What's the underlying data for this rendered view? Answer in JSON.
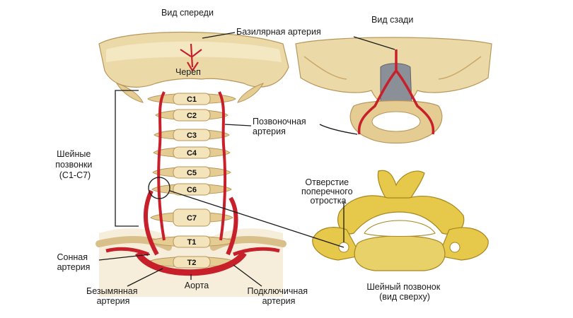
{
  "views": {
    "front": "Вид спереди",
    "back": "Вид сзади"
  },
  "labels": {
    "basilar_artery": "Базилярная артерия",
    "skull": "Череп",
    "vertebral_artery": [
      "Позвоночная",
      "артерия"
    ],
    "cervical_vertebrae": [
      "Шейные",
      "позвонки",
      "(С1-С7)"
    ],
    "transverse_foramen": [
      "Отверстие",
      "поперечного",
      "отростка"
    ],
    "carotid_artery": [
      "Сонная",
      "артерия"
    ],
    "brachiocephalic_artery": [
      "Безымянная",
      "артерия"
    ],
    "aorta": "Аорта",
    "subclavian_artery": [
      "Подключичная",
      "артерия"
    ],
    "cervical_vertebra_top": [
      "Шейный позвонок",
      "(вид сверху)"
    ]
  },
  "vertebrae": [
    "C1",
    "C2",
    "C3",
    "C4",
    "C5",
    "C6",
    "C7",
    "T1",
    "T2"
  ],
  "colors": {
    "bone": "#ecd9a8",
    "bone_shadow": "#c9a86a",
    "artery": "#c8202a",
    "vertebra_yellow": "#e6c84a",
    "cord": "#8a8f98"
  }
}
